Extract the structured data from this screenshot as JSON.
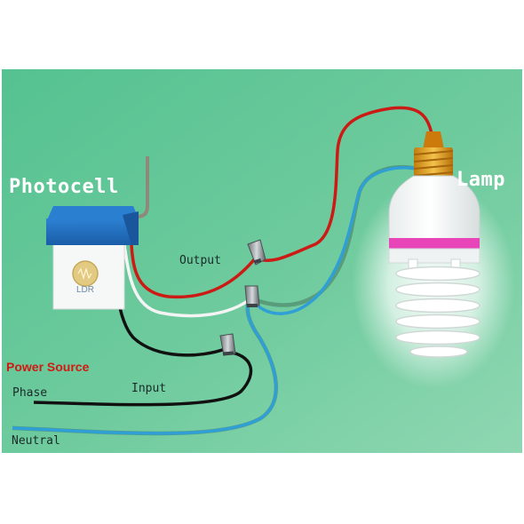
{
  "labels": {
    "photocell": "Photocell",
    "lamp": "Lamp",
    "output": "Output",
    "input": "Input",
    "power_source": "Power Source",
    "phase": "Phase",
    "neutral": "Neutral",
    "ldr": "LDR"
  },
  "colors": {
    "background": "#68c89a",
    "red_wire": "#cc1a14",
    "blue_wire": "#2f9fd6",
    "black_wire": "#111111",
    "white_wire": "#f4f4f4",
    "photocell_cap": "#1f6fc0",
    "lamp_base": "#e7a21e",
    "lamp_band": "#e845b8"
  }
}
